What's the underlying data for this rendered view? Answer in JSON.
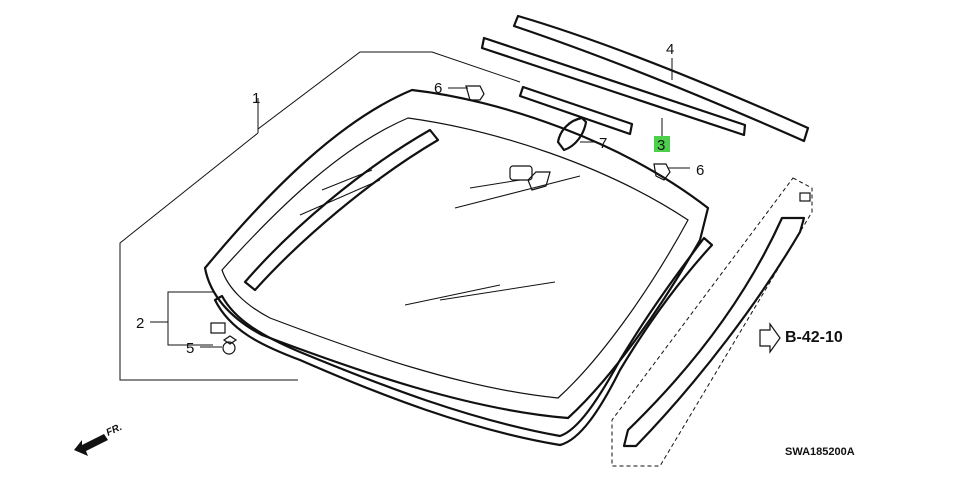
{
  "callouts": [
    {
      "id": "1",
      "label": "1",
      "highlighted": false
    },
    {
      "id": "2",
      "label": "2",
      "highlighted": false
    },
    {
      "id": "3",
      "label": "3",
      "highlighted": true
    },
    {
      "id": "4",
      "label": "4",
      "highlighted": false
    },
    {
      "id": "5",
      "label": "5",
      "highlighted": false
    },
    {
      "id": "6a",
      "label": "6",
      "highlighted": false
    },
    {
      "id": "6b",
      "label": "6",
      "highlighted": false
    },
    {
      "id": "7",
      "label": "7",
      "highlighted": false
    }
  ],
  "reference_label": "B-42-10",
  "diagram_code": "SWA185200A",
  "front_arrow_label": "FR.",
  "colors": {
    "highlight": "#4cd04c",
    "ink": "#111111"
  }
}
